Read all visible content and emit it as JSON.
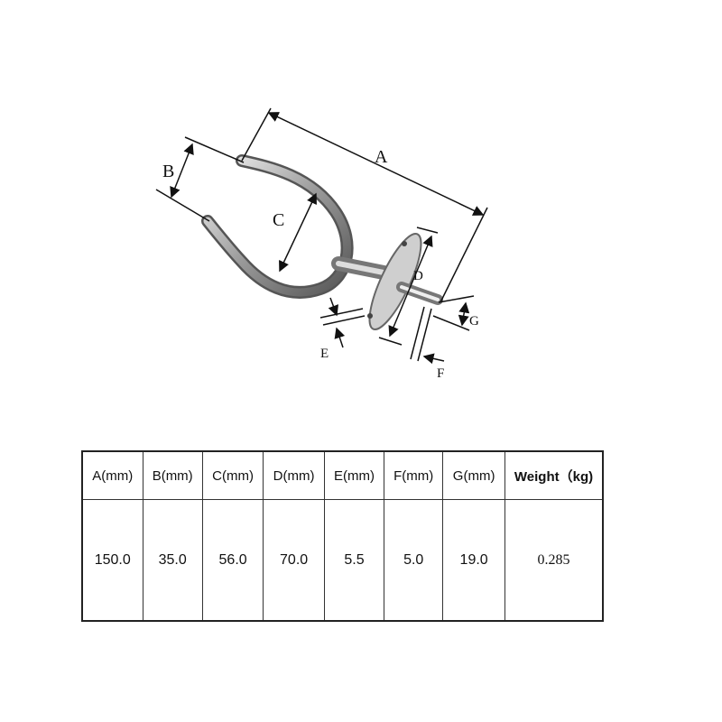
{
  "diagram": {
    "labels": {
      "A": "A",
      "B": "B",
      "C": "C",
      "D": "D",
      "E": "E",
      "F": "F",
      "G": "G"
    }
  },
  "table": {
    "headers": [
      "A(mm)",
      "B(mm)",
      "C(mm)",
      "D(mm)",
      "E(mm)",
      "F(mm)",
      "G(mm)",
      "Weight（kg)"
    ],
    "values": [
      "150.0",
      "35.0",
      "56.0",
      "70.0",
      "5.5",
      "5.0",
      "19.0",
      "0.285"
    ]
  }
}
